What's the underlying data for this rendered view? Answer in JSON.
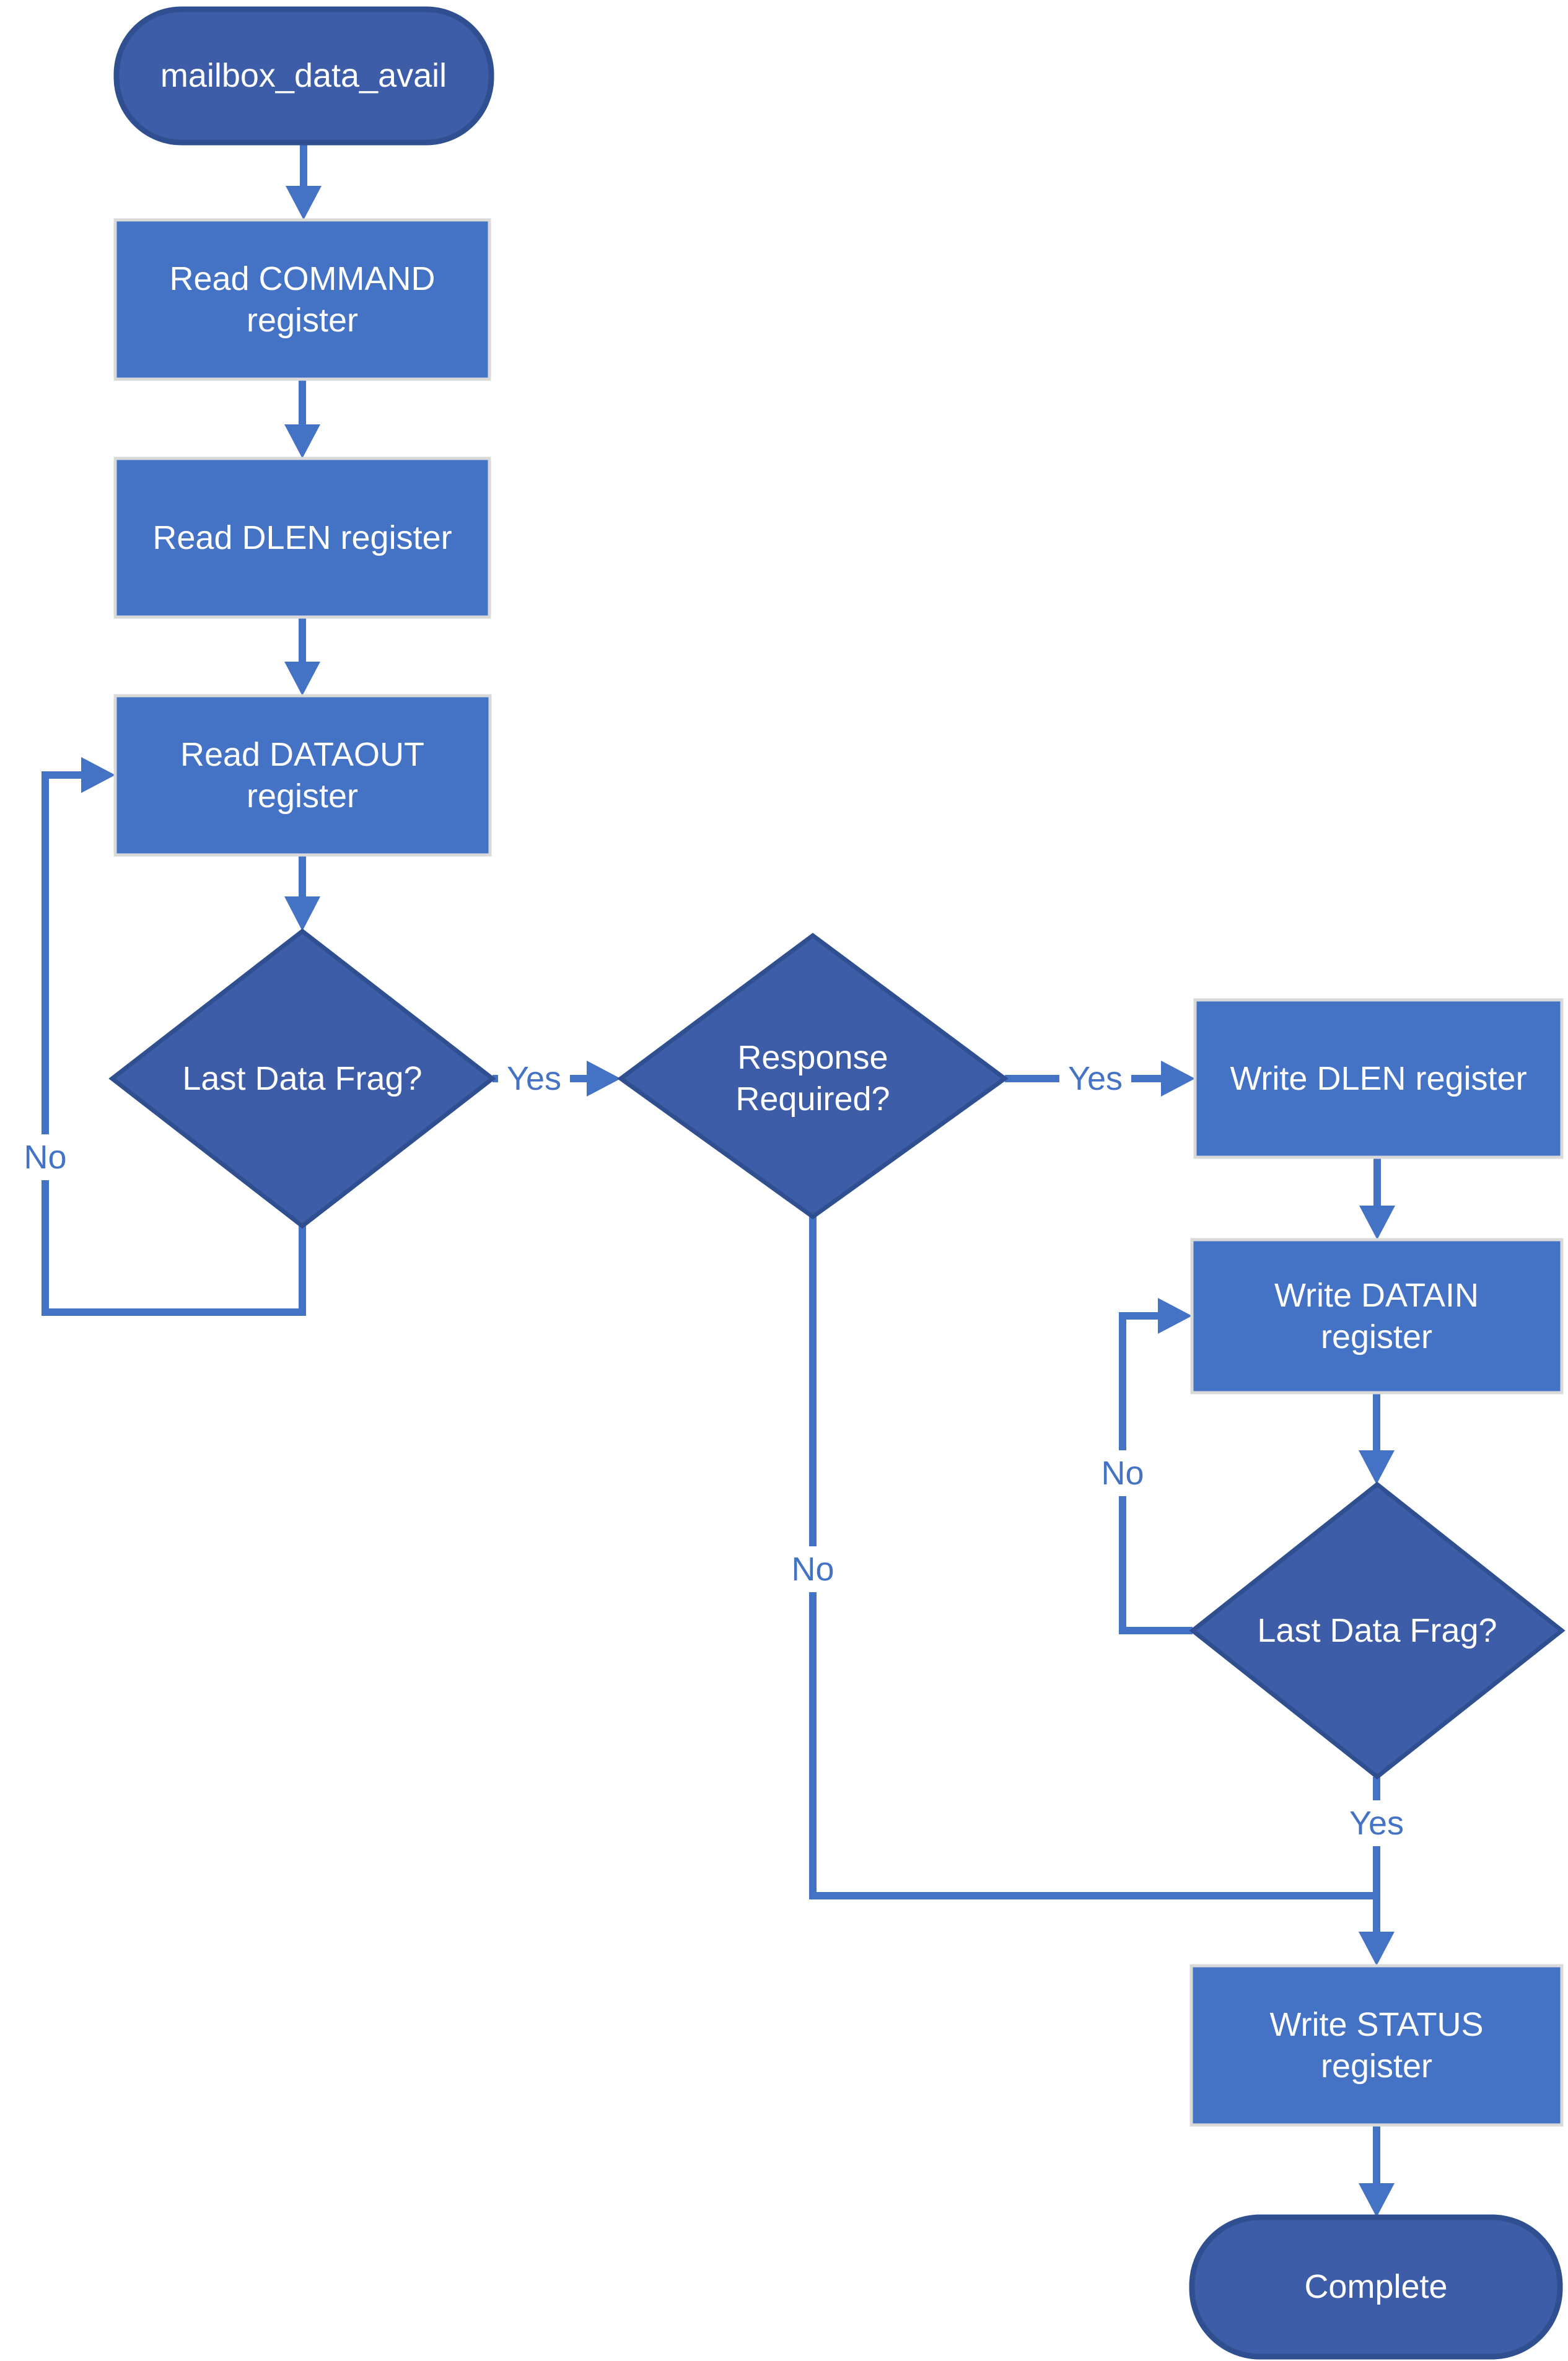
{
  "diagram": {
    "type": "flowchart",
    "background": "#FFFFFF",
    "colors": {
      "process_fill": "#4472C4",
      "process_border": "#D9D9D9",
      "decision_fill": "#3D5DA8",
      "decision_border": "#2F4F90",
      "terminator_fill": "#3D5DA8",
      "terminator_border": "#2F4F90",
      "connector": "#4472C4",
      "node_text": "#FFFFFF",
      "edge_label_text": "#4472C4"
    },
    "nodes": {
      "start": {
        "type": "terminator",
        "label": "mailbox_data_avail"
      },
      "read_command": {
        "type": "process",
        "label": "Read COMMAND register"
      },
      "read_dlen": {
        "type": "process",
        "label": "Read DLEN register"
      },
      "read_dataout": {
        "type": "process",
        "label": "Read DATAOUT register"
      },
      "last_data_frag_1": {
        "type": "decision",
        "label": "Last Data Frag?"
      },
      "response_required": {
        "type": "decision",
        "label": "Response Required?"
      },
      "write_dlen": {
        "type": "process",
        "label": "Write DLEN register"
      },
      "write_datain": {
        "type": "process",
        "label": "Write DATAIN register"
      },
      "last_data_frag_2": {
        "type": "decision",
        "label": "Last Data Frag?"
      },
      "write_status": {
        "type": "process",
        "label": "Write STATUS register"
      },
      "complete": {
        "type": "terminator",
        "label": "Complete"
      }
    },
    "edges": [
      {
        "from": "start",
        "to": "read_command",
        "label": ""
      },
      {
        "from": "read_command",
        "to": "read_dlen",
        "label": ""
      },
      {
        "from": "read_dlen",
        "to": "read_dataout",
        "label": ""
      },
      {
        "from": "read_dataout",
        "to": "last_data_frag_1",
        "label": ""
      },
      {
        "from": "last_data_frag_1",
        "to": "read_dataout",
        "label": "No"
      },
      {
        "from": "last_data_frag_1",
        "to": "response_required",
        "label": "Yes"
      },
      {
        "from": "response_required",
        "to": "write_dlen",
        "label": "Yes"
      },
      {
        "from": "response_required",
        "to": "write_status",
        "label": "No"
      },
      {
        "from": "write_dlen",
        "to": "write_datain",
        "label": ""
      },
      {
        "from": "write_datain",
        "to": "last_data_frag_2",
        "label": ""
      },
      {
        "from": "last_data_frag_2",
        "to": "write_datain",
        "label": "No"
      },
      {
        "from": "last_data_frag_2",
        "to": "write_status",
        "label": "Yes"
      },
      {
        "from": "write_status",
        "to": "complete",
        "label": ""
      }
    ]
  }
}
